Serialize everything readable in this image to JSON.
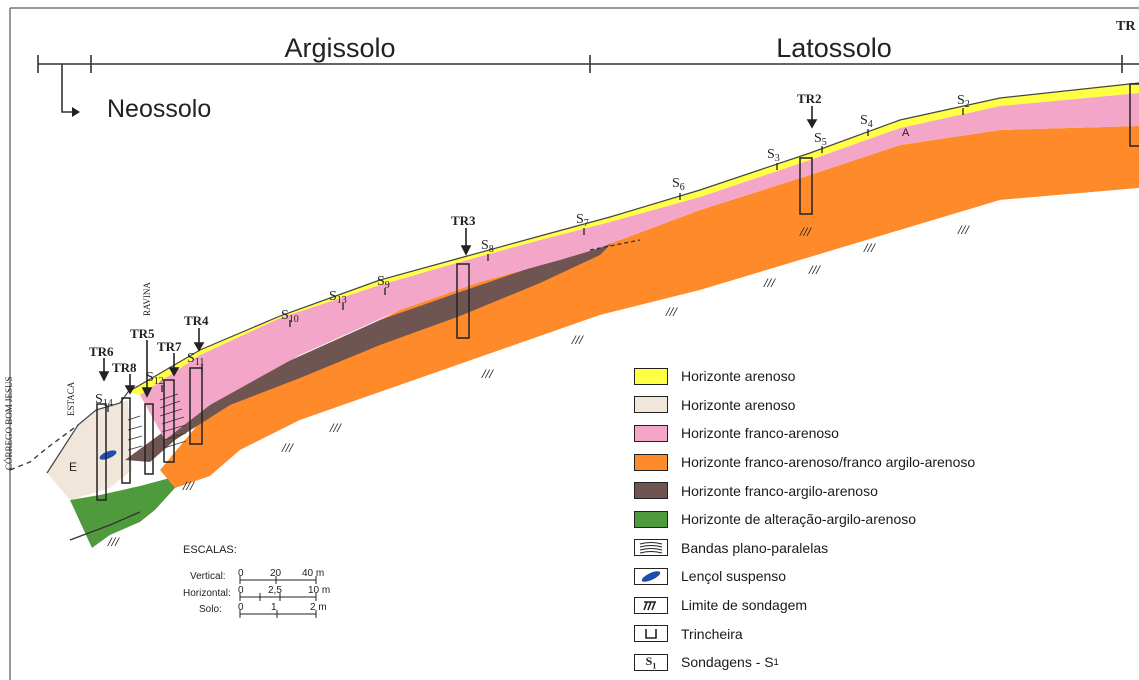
{
  "header": {
    "sections": [
      "Argissolo",
      "Latossolo"
    ],
    "left_unit": "Neossolo",
    "right_cut_label": "TR"
  },
  "stream_label": "CÓRREGO BOM JESUS",
  "estaca_label": "ESTACA",
  "ravina_label": "RAVINA",
  "layer_letters": [
    "E",
    "A"
  ],
  "trenches": [
    "TR6",
    "TR8",
    "TR5",
    "TR7",
    "TR4",
    "TR3",
    "TR2"
  ],
  "soundings": [
    {
      "base": "S",
      "sub": "14"
    },
    {
      "base": "S",
      "sub": "12"
    },
    {
      "base": "S",
      "sub": "11"
    },
    {
      "base": "S",
      "sub": "10"
    },
    {
      "base": "S",
      "sub": "13"
    },
    {
      "base": "S",
      "sub": "9"
    },
    {
      "base": "S",
      "sub": "8"
    },
    {
      "base": "S",
      "sub": "7"
    },
    {
      "base": "S",
      "sub": "6"
    },
    {
      "base": "S",
      "sub": "3"
    },
    {
      "base": "S",
      "sub": "5"
    },
    {
      "base": "S",
      "sub": "4"
    },
    {
      "base": "S",
      "sub": "2"
    }
  ],
  "scales": {
    "title": "ESCALAS:",
    "rows": [
      {
        "label": "Vertical:",
        "ticks": [
          "0",
          "20",
          "40 m"
        ]
      },
      {
        "label": "Horizontal:",
        "ticks": [
          "0",
          "2,5",
          "10 m"
        ]
      },
      {
        "label": "Solo:",
        "ticks": [
          "0",
          "1",
          "2 m"
        ]
      }
    ]
  },
  "legend": [
    {
      "label": "Horizonte arenoso",
      "color": "#ffff44",
      "kind": "fill"
    },
    {
      "label": "Horizonte arenoso",
      "color": "#f1e6da",
      "kind": "fill"
    },
    {
      "label": "Horizonte franco-arenoso",
      "color": "#f4a6c8",
      "kind": "fill"
    },
    {
      "label": "Horizonte franco-arenoso/franco argilo-arenoso",
      "color": "#ff8a2a",
      "kind": "fill"
    },
    {
      "label": "Horizonte franco-argilo-arenoso",
      "color": "#6e5552",
      "kind": "fill"
    },
    {
      "label": "Horizonte de alteração-argilo-arenoso",
      "color": "#4f9a3c",
      "kind": "fill"
    },
    {
      "label": "Bandas plano-paralelas",
      "color": "#ffffff",
      "kind": "bands-icon"
    },
    {
      "label": "Lençol suspenso",
      "color": "#1e4fa8",
      "kind": "lens-icon"
    },
    {
      "label": "Limite de sondagem",
      "color": "#ffffff",
      "kind": "limit-icon"
    },
    {
      "label": "Trincheira",
      "color": "#ffffff",
      "kind": "trench-icon"
    },
    {
      "label": "Sondagens - S",
      "color": "#ffffff",
      "kind": "sounding-icon",
      "icon_text": "S",
      "sub": "1"
    }
  ]
}
